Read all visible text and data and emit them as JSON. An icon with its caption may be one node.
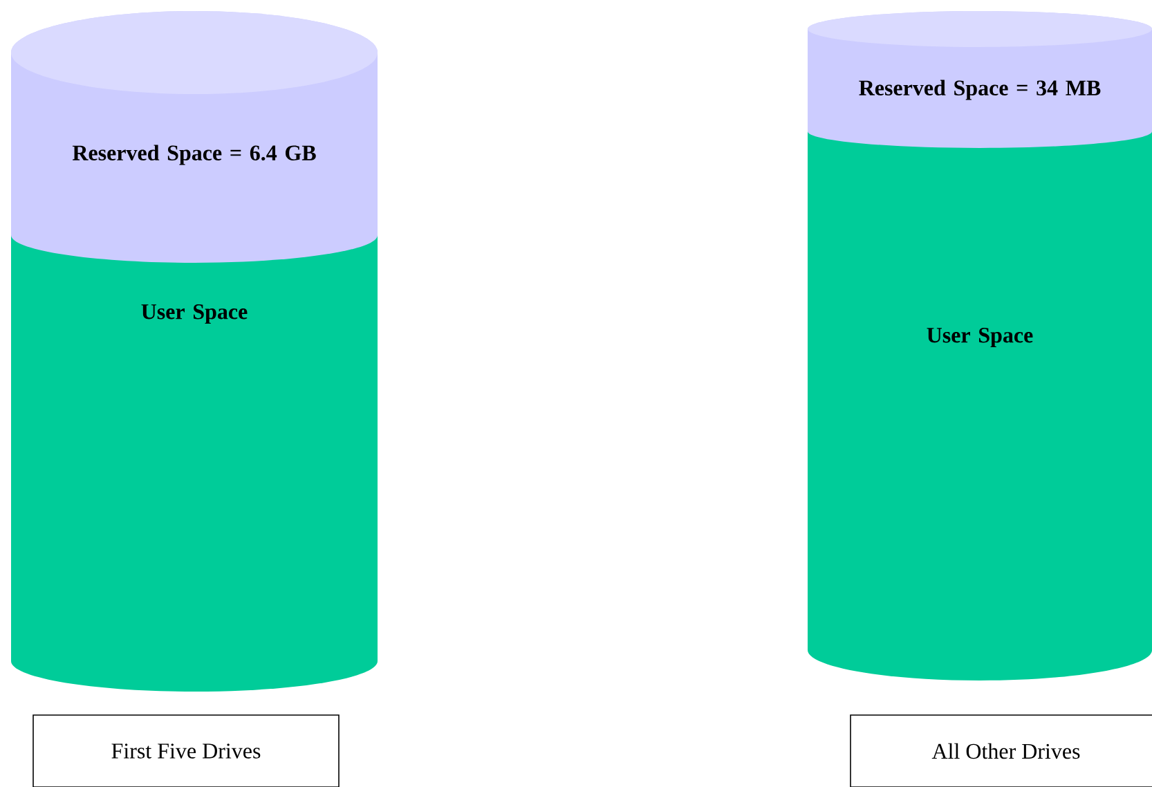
{
  "diagram": {
    "nodes": [
      {
        "text": [
          "Reserved Space = 6.4 GB"
        ]
      },
      {
        "text": [
          "User Space"
        ]
      },
      {
        "text": [
          "First Five Drives"
        ]
      },
      {
        "text": [
          "Reserved Space = 34 MB"
        ]
      },
      {
        "text": [
          "User Space"
        ]
      },
      {
        "text": [
          "All Other Drives"
        ]
      }
    ]
  }
}
